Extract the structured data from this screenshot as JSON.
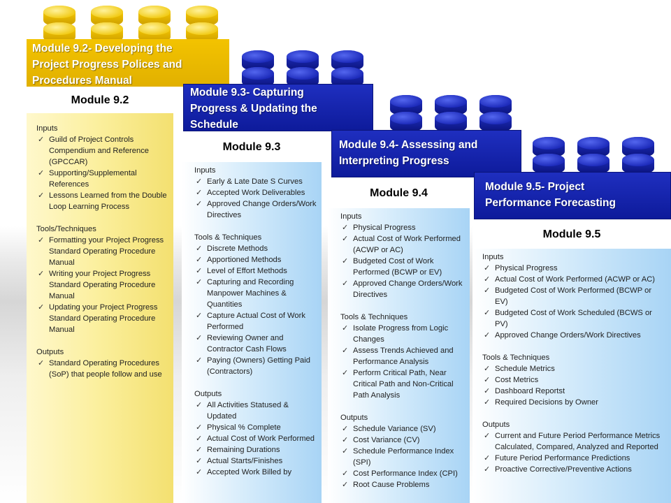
{
  "modules": [
    {
      "title": "Module 9.2- Developing the Project Progress Polices and Procedures Manual",
      "header": "Module 9.2",
      "inputs_label": "Inputs",
      "inputs": [
        "Guild of Project Controls Compendium and Reference (GPCCAR)",
        "Supporting/Supplemental References",
        "Lessons Learned from the Double Loop Learning Process"
      ],
      "tools_label": "Tools/Techniques",
      "tools": [
        "Formatting your Project Progress Standard Operating Procedure Manual",
        "Writing your Project Progress Standard Operating Procedure Manual",
        "Updating your Project Progress Standard Operating Procedure Manual"
      ],
      "outputs_label": "Outputs",
      "outputs": [
        "Standard Operating Procedures (SoP) that people follow and use"
      ]
    },
    {
      "title": "Module 9.3- Capturing Progress & Updating the Schedule",
      "header": "Module 9.3",
      "inputs_label": "Inputs",
      "inputs": [
        "Early & Late Date S Curves",
        "Accepted Work Deliverables",
        "Approved Change Orders/Work Directives"
      ],
      "tools_label": "Tools & Techniques",
      "tools": [
        "Discrete Methods",
        "Apportioned Methods",
        "Level of Effort Methods",
        "Capturing and Recording Manpower Machines & Quantities",
        "Capture Actual Cost of Work Performed",
        "Reviewing Owner and Contractor Cash Flows",
        "Paying (Owners) Getting Paid (Contractors)"
      ],
      "outputs_label": "Outputs",
      "outputs": [
        "All Activities Statused & Updated",
        "Physical % Complete",
        "Actual Cost of Work Performed",
        "Remaining Durations",
        "Actual Starts/Finishes",
        "Accepted Work Billed by"
      ]
    },
    {
      "title": "Module 9.4- Assessing and Interpreting Progress",
      "header": "Module 9.4",
      "inputs_label": "Inputs",
      "inputs": [
        "Physical Progress",
        "Actual Cost of Work Performed (ACWP or AC)",
        "Budgeted Cost of Work Performed (BCWP or EV)",
        "Approved Change Orders/Work Directives"
      ],
      "tools_label": "Tools & Techniques",
      "tools": [
        "Isolate Progress from Logic Changes",
        "Assess Trends Achieved and Performance Analysis",
        "Perform Critical Path, Near Critical Path and Non-Critical Path Analysis"
      ],
      "outputs_label": "Outputs",
      "outputs": [
        "Schedule Variance (SV)",
        "Cost Variance (CV)",
        "Schedule Performance Index (SPI)",
        "Cost Performance Index (CPI)",
        "Root Cause Problems"
      ]
    },
    {
      "title": "Module 9.5- Project Performance Forecasting",
      "header": "Module 9.5",
      "inputs_label": "Inputs",
      "inputs": [
        "Physical Progress",
        "Actual Cost of Work Performed (ACWP or AC)",
        "Budgeted Cost of Work Performed (BCWP or EV)",
        "Budgeted Cost of Work Scheduled (BCWS or PV)",
        "Approved Change Orders/Work Directives"
      ],
      "tools_label": "Tools & Techniques",
      "tools": [
        "Schedule Metrics",
        "Cost Metrics",
        "Dashboard Reportst",
        "Required Decisions by Owner"
      ],
      "outputs_label": "Outputs",
      "outputs": [
        "Current and Future Period Performance Metrics Calculated, Compared, Analyzed and Reported",
        "Future Period Performance Predictions",
        "Proactive Corrective/Preventive Actions"
      ]
    }
  ],
  "colors": {
    "yellow": "#f0c000",
    "blue": "#1526b5"
  }
}
